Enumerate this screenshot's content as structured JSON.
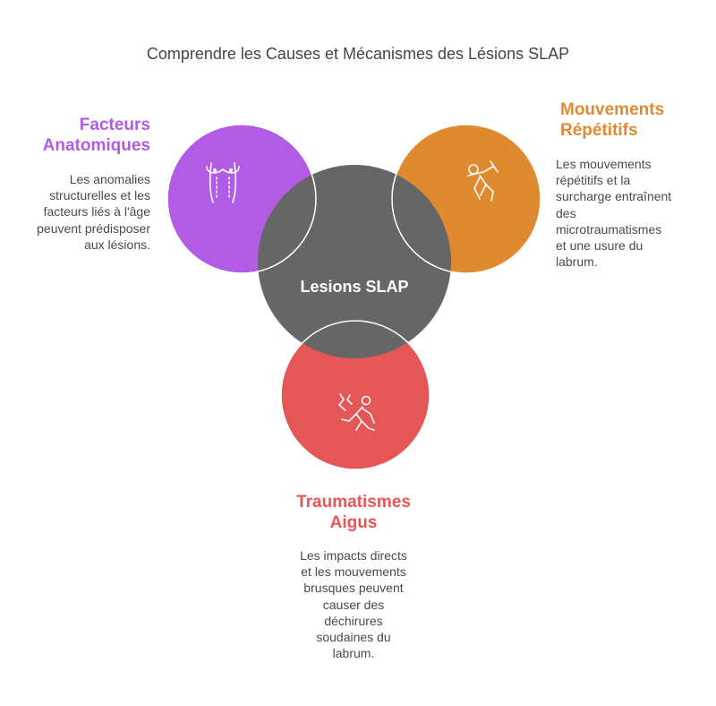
{
  "title": "Comprendre les Causes et Mécanismes des Lésions SLAP",
  "center": {
    "label": "Lesions SLAP",
    "color": "#666666"
  },
  "causes": [
    {
      "id": "facteurs",
      "heading_line1": "Facteurs",
      "heading_line2": "Anatomiques",
      "desc_lines": [
        "Les anomalies",
        "structurelles et les",
        "facteurs liés à l'âge",
        "peuvent prédisposer",
        "aux lésions."
      ],
      "color": "#b25be4",
      "icon": "torso-icon"
    },
    {
      "id": "mouvements",
      "heading_line1": "Mouvements",
      "heading_line2": "Répétitifs",
      "desc_lines": [
        "Les mouvements",
        "répétitifs et la",
        "surcharge entraînent",
        "des",
        "microtraumatismes",
        "et une usure du",
        "labrum."
      ],
      "color": "#e08a30",
      "icon": "exercise-icon"
    },
    {
      "id": "traumatismes",
      "heading_line1": "Traumatismes",
      "heading_line2": "Aigus",
      "desc_lines": [
        "Les impacts directs",
        "et les mouvements",
        "brusques peuvent",
        "causer des",
        "déchirures",
        "soudaines du",
        "labrum."
      ],
      "color": "#e55656",
      "icon": "injury-icon"
    }
  ]
}
